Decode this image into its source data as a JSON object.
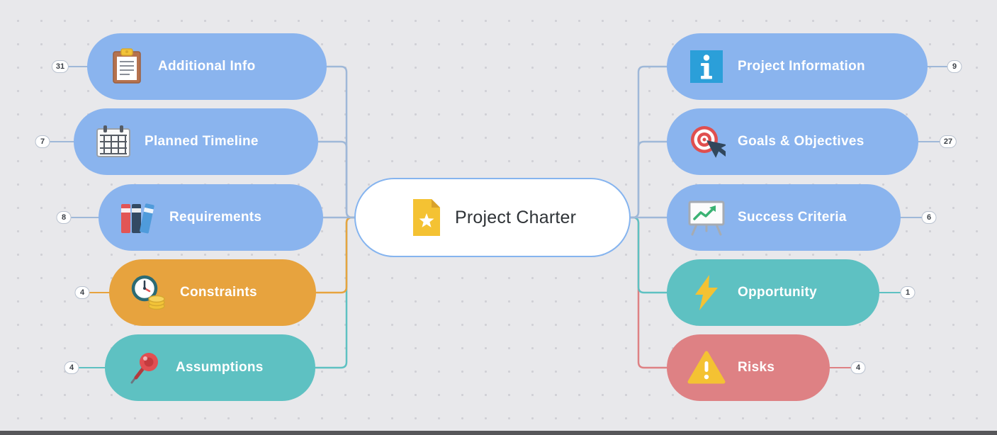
{
  "canvas": {
    "background": "#e8e8eb",
    "dot_color": "#d0d0d6"
  },
  "center": {
    "label": "Project Charter",
    "border_color": "#85b4ef",
    "icon": "star-document-icon"
  },
  "left_branches": [
    {
      "label": "Additional Info",
      "count": "31",
      "color": "#8ab4ee",
      "line_color": "#9fb8d8",
      "icon": "clipboard-icon"
    },
    {
      "label": "Planned Timeline",
      "count": "7",
      "color": "#8ab4ee",
      "line_color": "#9fb8d8",
      "icon": "calendar-icon"
    },
    {
      "label": "Requirements",
      "count": "8",
      "color": "#8ab4ee",
      "line_color": "#9fb8d8",
      "icon": "books-icon"
    },
    {
      "label": "Constraints",
      "count": "4",
      "color": "#e7a33e",
      "line_color": "#e7a33e",
      "icon": "clock-coins-icon"
    },
    {
      "label": "Assumptions",
      "count": "4",
      "color": "#5ec1c2",
      "line_color": "#5ec1c2",
      "icon": "pushpin-icon"
    }
  ],
  "right_branches": [
    {
      "label": "Project Information",
      "count": "9",
      "color": "#8ab4ee",
      "line_color": "#9fb8d8",
      "icon": "info-icon"
    },
    {
      "label": "Goals & Objectives",
      "count": "27",
      "color": "#8ab4ee",
      "line_color": "#9fb8d8",
      "icon": "target-cursor-icon"
    },
    {
      "label": "Success Criteria",
      "count": "6",
      "color": "#8ab4ee",
      "line_color": "#9fb8d8",
      "icon": "chart-board-icon"
    },
    {
      "label": "Opportunity",
      "count": "1",
      "color": "#5ec1c2",
      "line_color": "#5ec1c2",
      "icon": "lightning-icon"
    },
    {
      "label": "Risks",
      "count": "4",
      "color": "#de8184",
      "line_color": "#de8184",
      "icon": "warning-icon"
    }
  ]
}
